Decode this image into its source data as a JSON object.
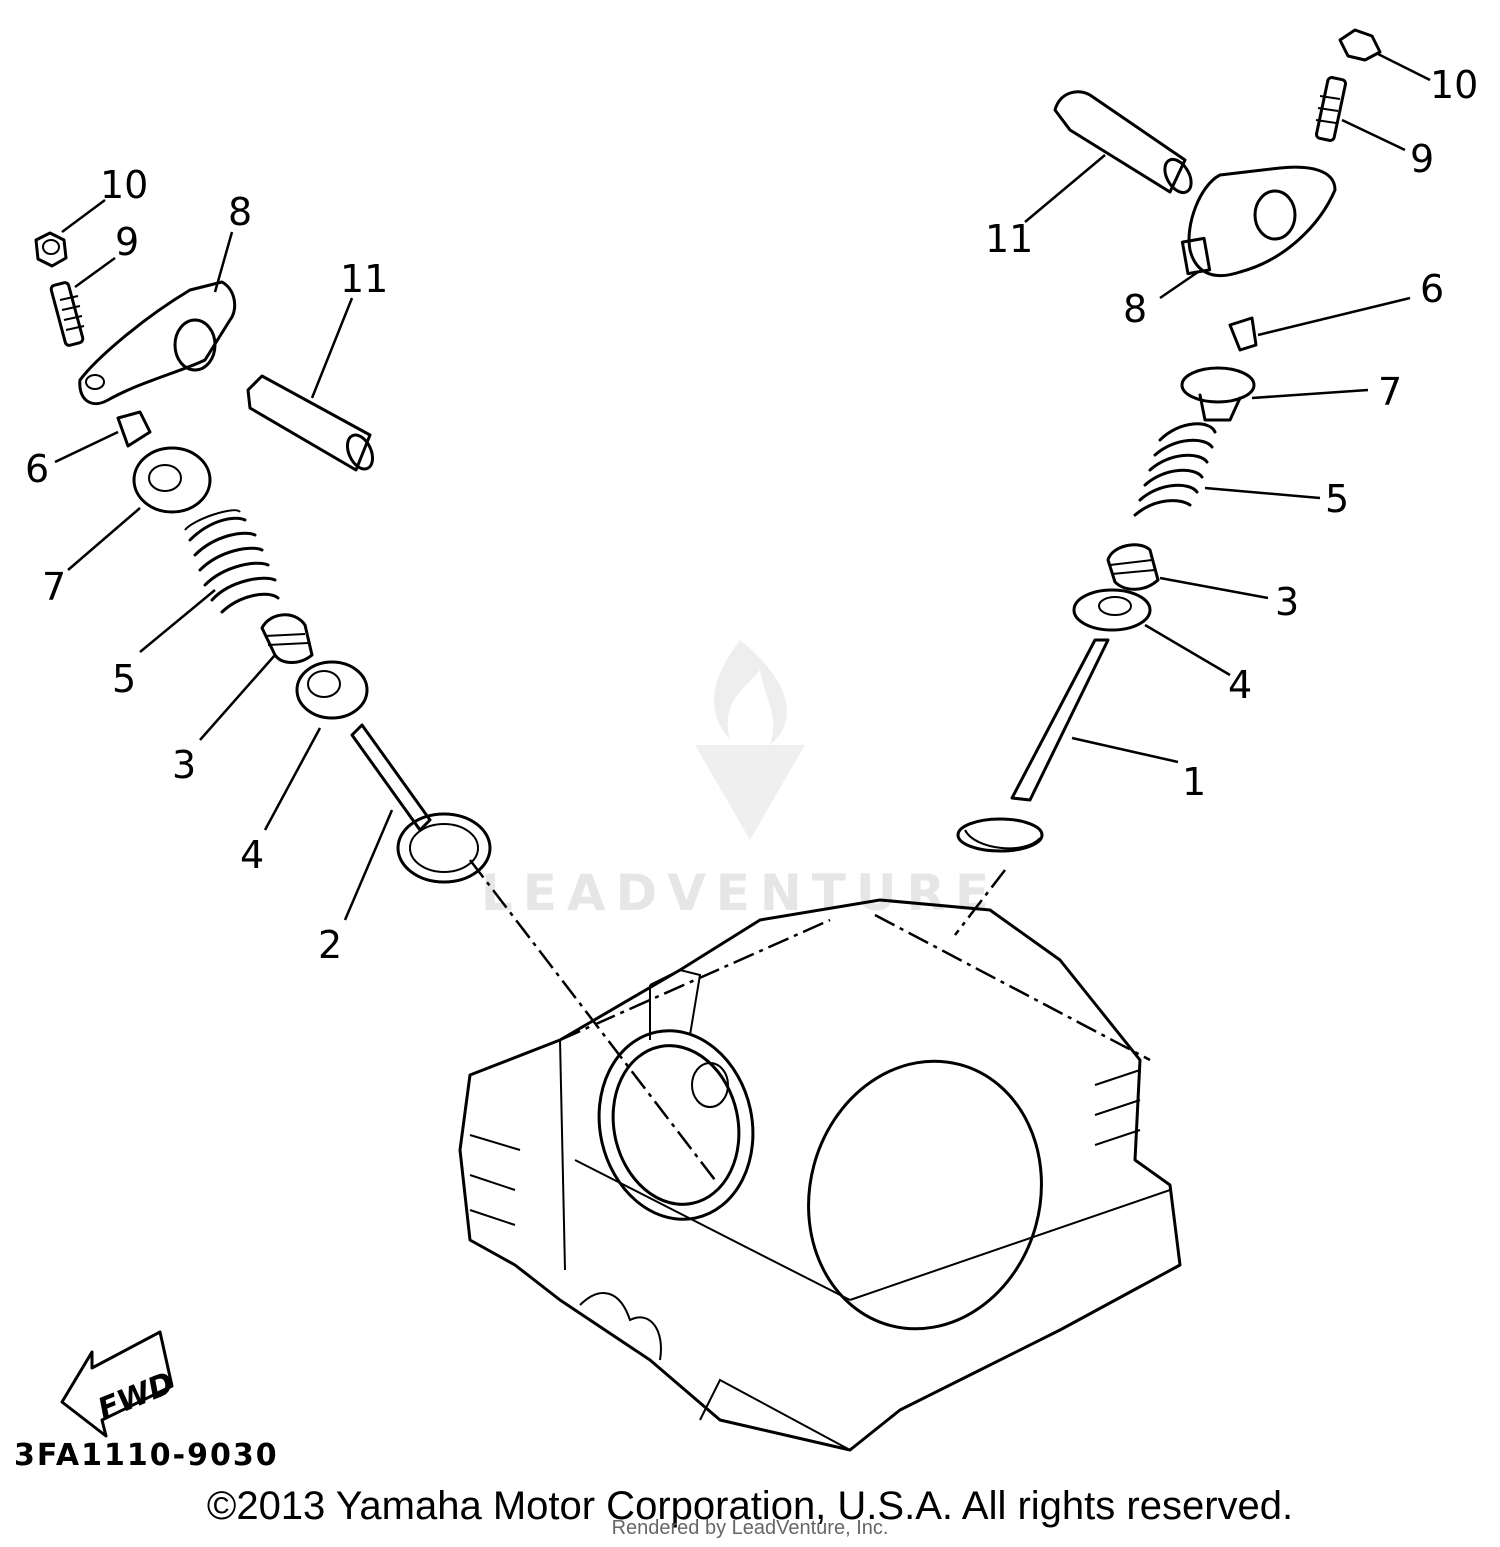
{
  "callouts": [
    "1",
    "2",
    "3",
    "4",
    "5",
    "6",
    "7",
    "8",
    "9",
    "10",
    "11"
  ],
  "diagram_code": "3FA1110-9030",
  "fwd_label": "FWD",
  "watermark": "LEADVENTURE",
  "copyright": "©2013 Yamaha Motor Corporation, U.S.A. All rights reserved.",
  "rendered_by": "Rendered by LeadVenture, Inc."
}
